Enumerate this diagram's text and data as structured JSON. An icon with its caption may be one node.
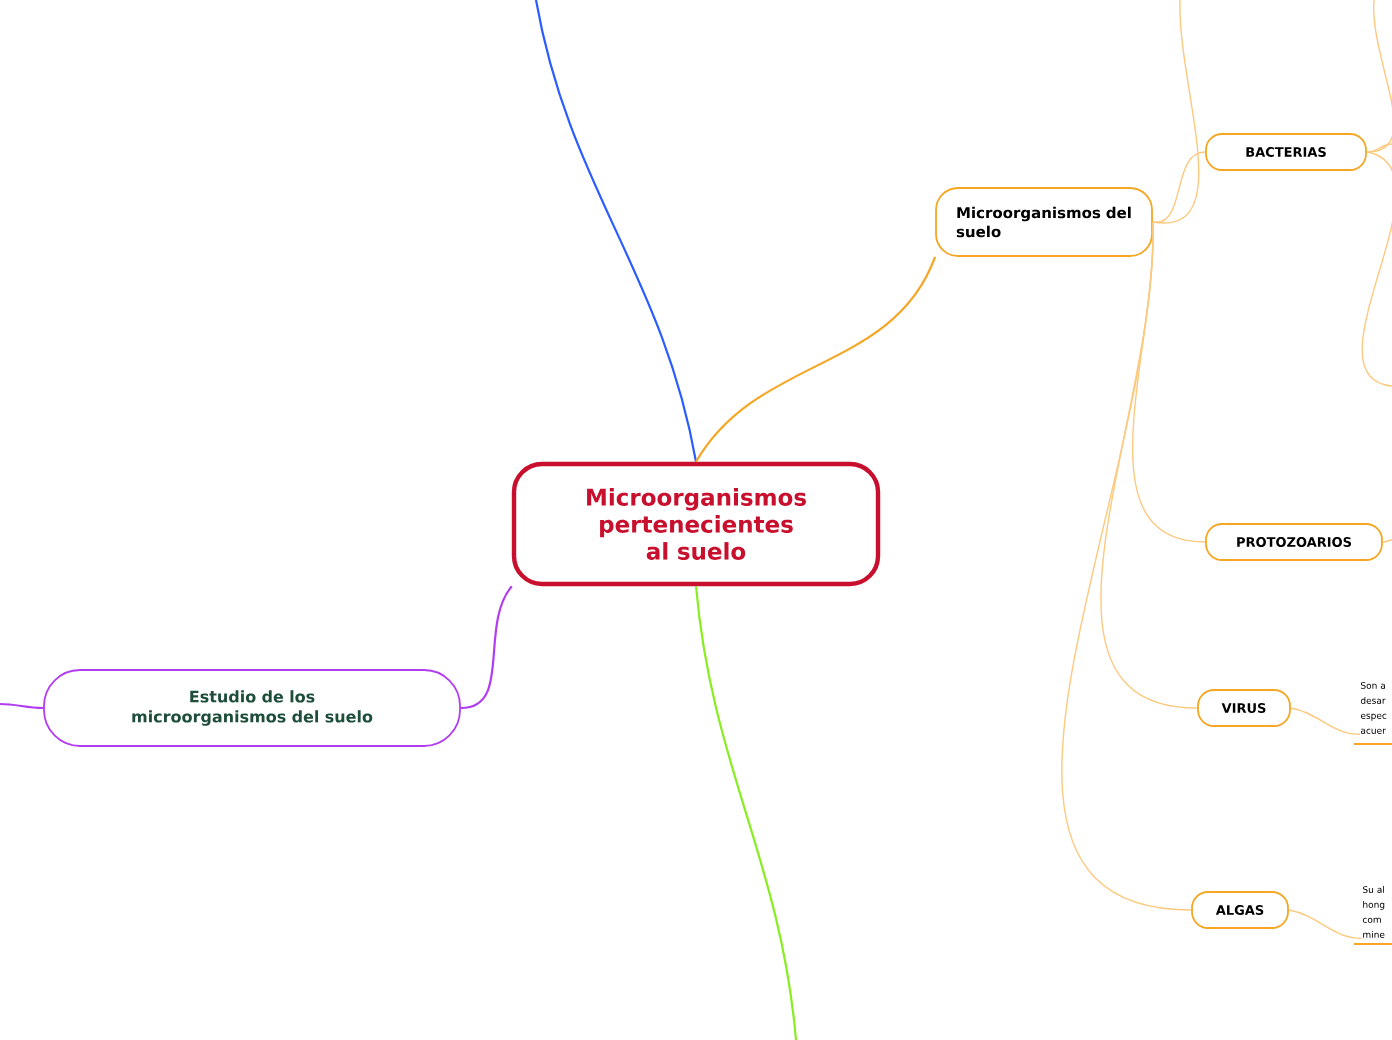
{
  "diagram": {
    "nodes": [
      {
        "text": [
          "Microorganismos pertenecientes al suelo"
        ]
      },
      {
        "text": [
          "Microorganismos del suelo"
        ]
      },
      {
        "text": [
          "BACTERIAS"
        ]
      },
      {
        "text": [
          "PROTOZOARIOS"
        ]
      },
      {
        "text": [
          "VIRUS"
        ]
      },
      {
        "text": [
          "ALGAS"
        ]
      },
      {
        "text": [
          "Son a desar espec acuer"
        ]
      },
      {
        "text": [
          "Su al hong com mine"
        ]
      },
      {
        "text": [
          "Estudio de los microorganismos del suelo"
        ]
      }
    ],
    "edges": [
      {
        "from": null,
        "to": 0,
        "arrow": "none",
        "color": "#2b5cff"
      },
      {
        "from": 0,
        "to": 1,
        "arrow": "none",
        "color": "#f5a623"
      },
      {
        "from": 0,
        "to": null,
        "arrow": "none",
        "color": "#88ee22"
      },
      {
        "from": 0,
        "to": 8,
        "arrow": "none",
        "color": "#b23cf0"
      },
      {
        "from": 1,
        "to": null,
        "arrow": "none"
      },
      {
        "from": 1,
        "to": 2,
        "arrow": "none"
      },
      {
        "from": 1,
        "to": 3,
        "arrow": "none"
      },
      {
        "from": 1,
        "to": 4,
        "arrow": "none"
      },
      {
        "from": 1,
        "to": 5,
        "arrow": "none"
      },
      {
        "from": 2,
        "to": null,
        "arrow": "none"
      },
      {
        "from": 2,
        "to": null,
        "arrow": "none"
      },
      {
        "from": 2,
        "to": null,
        "arrow": "none"
      },
      {
        "from": 3,
        "to": null,
        "arrow": "none"
      },
      {
        "from": 4,
        "to": 6,
        "arrow": "none"
      },
      {
        "from": 5,
        "to": 7,
        "arrow": "none"
      },
      {
        "from": 8,
        "to": null,
        "arrow": "none",
        "color": "#b23cf0"
      }
    ]
  }
}
